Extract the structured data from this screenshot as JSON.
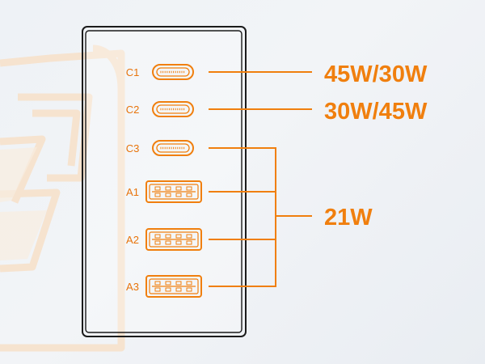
{
  "colors": {
    "accent": "#f07f0e",
    "housing_outline": "#1b1b1b",
    "background": "#eef2f6",
    "watermark": "#f6e3cf"
  },
  "ports": [
    {
      "id": "c1",
      "label": "C1",
      "type": "usb-c"
    },
    {
      "id": "c2",
      "label": "C2",
      "type": "usb-c"
    },
    {
      "id": "c3",
      "label": "C3",
      "type": "usb-c"
    },
    {
      "id": "a1",
      "label": "A1",
      "type": "usb-a"
    },
    {
      "id": "a2",
      "label": "A2",
      "type": "usb-a"
    },
    {
      "id": "a3",
      "label": "A3",
      "type": "usb-a"
    }
  ],
  "outputs": {
    "c1": "45W/30W",
    "c2": "30W/45W",
    "shared": "21W"
  },
  "icons": {
    "usb-c": "usb-c-port-icon",
    "usb-a": "usb-a-port-icon",
    "watermark": "lightning-bolt-icon"
  }
}
